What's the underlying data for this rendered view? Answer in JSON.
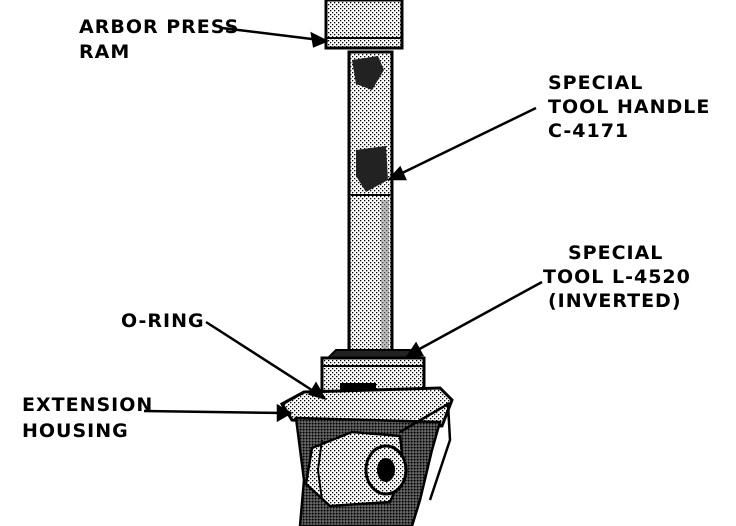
{
  "colors": {
    "ink": "#000000",
    "paper": "#ffffff",
    "shade": "#9a9a9a"
  },
  "labels": {
    "arbor_press_ram": [
      "ARBOR PRESS",
      "RAM"
    ],
    "tool_handle": [
      "SPECIAL",
      "TOOL HANDLE",
      "C-4171"
    ],
    "tool_l4520": [
      "SPECIAL",
      "TOOL L-4520",
      "(INVERTED)"
    ],
    "o_ring": [
      "O-RING"
    ],
    "extension_housing": [
      "EXTENSION",
      "HOUSING"
    ]
  }
}
